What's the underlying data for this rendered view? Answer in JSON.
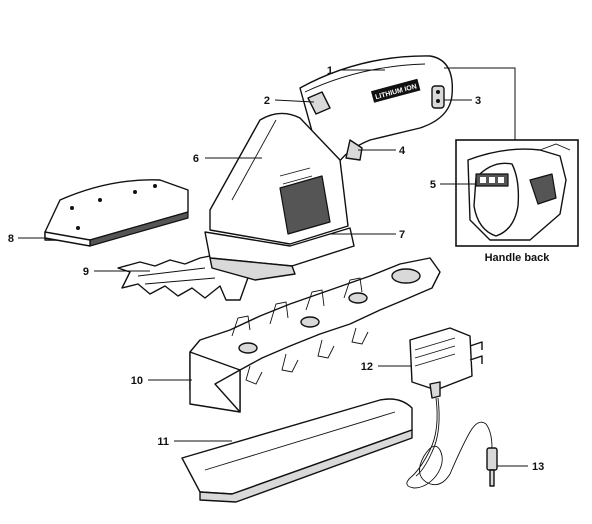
{
  "diagram": {
    "callouts": [
      "1",
      "2",
      "3",
      "4",
      "5",
      "6",
      "7",
      "8",
      "9",
      "10",
      "11",
      "12",
      "13"
    ],
    "inset_caption": "Handle back",
    "brand_label": "LITHIUM ION"
  }
}
